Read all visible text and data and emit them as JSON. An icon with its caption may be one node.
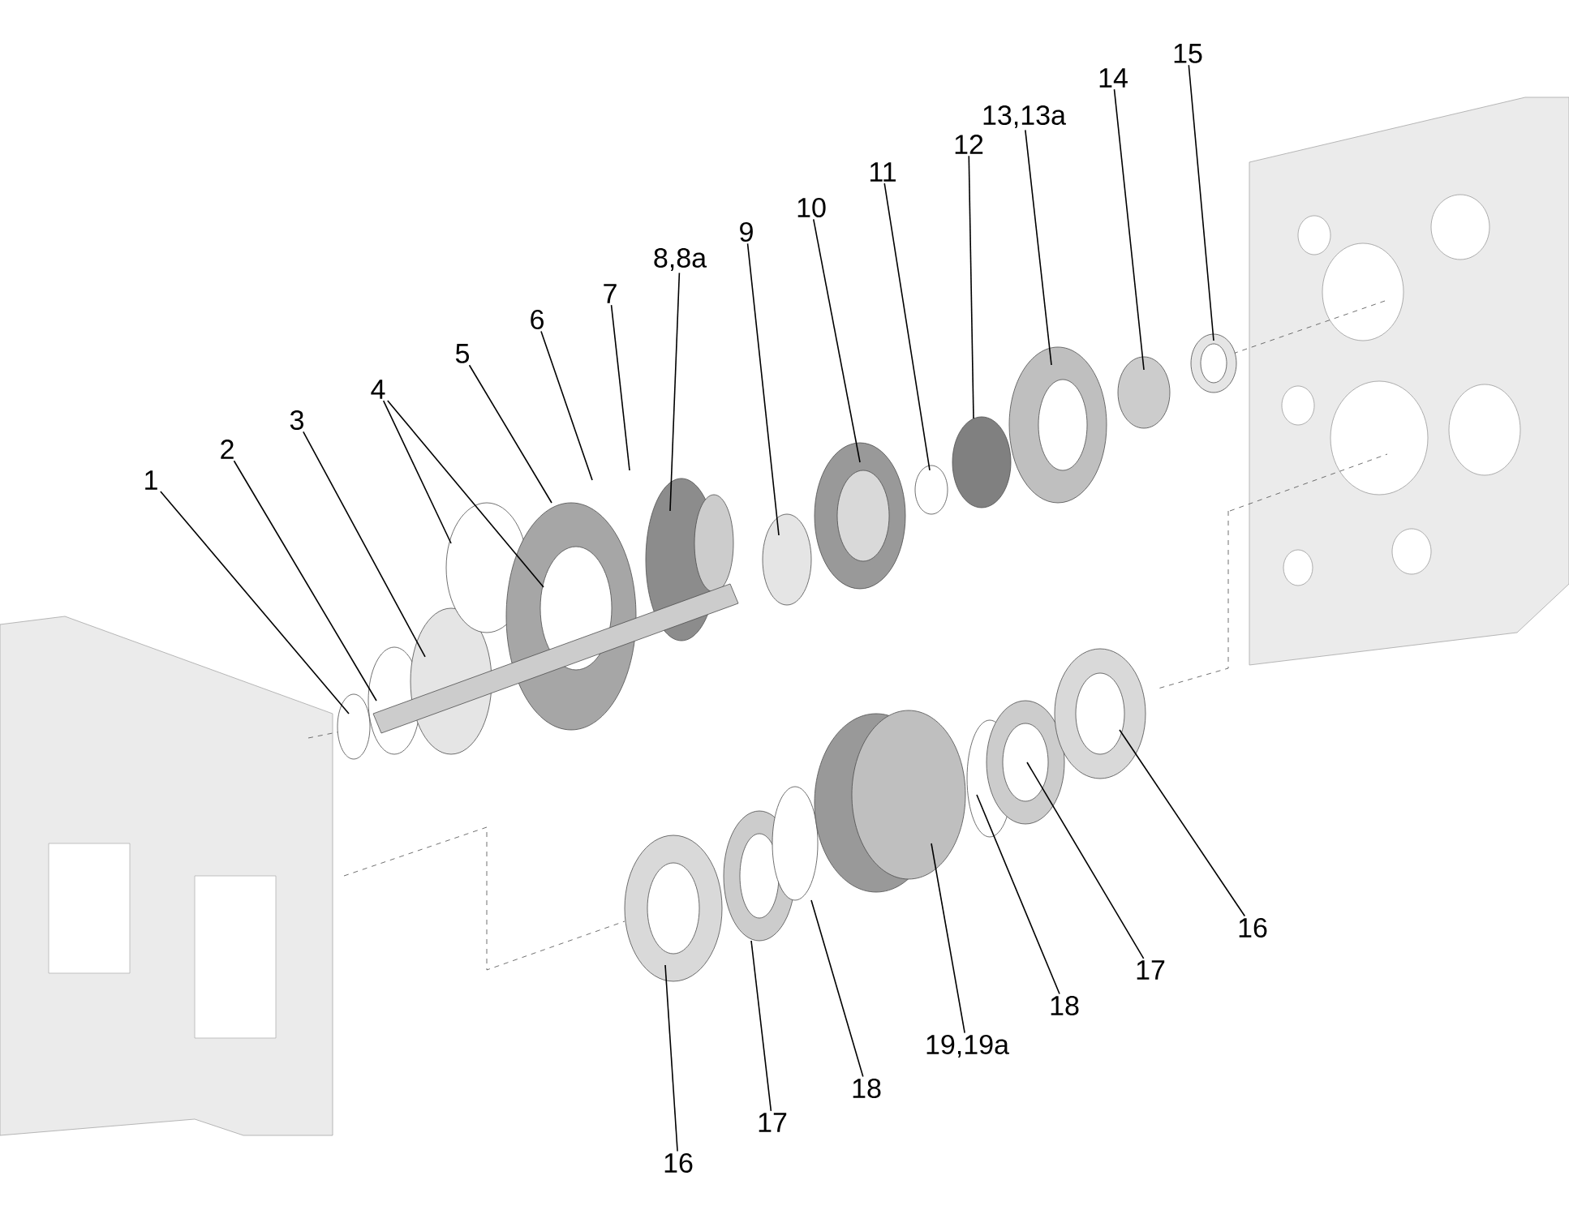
{
  "diagram": {
    "nodes": [
      {
        "text": [
          "1"
        ]
      },
      {
        "text": [
          "2"
        ]
      },
      {
        "text": [
          "3"
        ]
      },
      {
        "text": [
          "4"
        ]
      },
      {
        "text": [
          "5"
        ]
      },
      {
        "text": [
          "6"
        ]
      },
      {
        "text": [
          "7"
        ]
      },
      {
        "text": [
          "8,8а"
        ]
      },
      {
        "text": [
          "9"
        ]
      },
      {
        "text": [
          "10"
        ]
      },
      {
        "text": [
          "11"
        ]
      },
      {
        "text": [
          "12"
        ]
      },
      {
        "text": [
          "13,13а"
        ]
      },
      {
        "text": [
          "14"
        ]
      },
      {
        "text": [
          "15"
        ]
      },
      {
        "text": [
          "16"
        ]
      },
      {
        "text": [
          "17"
        ]
      },
      {
        "text": [
          "18"
        ]
      },
      {
        "text": [
          "19,19а"
        ]
      },
      {
        "text": [
          "18"
        ]
      },
      {
        "text": [
          "17"
        ]
      },
      {
        "text": [
          "16"
        ]
      }
    ],
    "edges": [
      {
        "from": 0,
        "to": null,
        "arrow": "none"
      },
      {
        "from": 1,
        "to": null,
        "arrow": "none"
      },
      {
        "from": 2,
        "to": null,
        "arrow": "none"
      },
      {
        "from": 3,
        "to": null,
        "arrow": "none"
      },
      {
        "from": 3,
        "to": null,
        "arrow": "none"
      },
      {
        "from": 4,
        "to": null,
        "arrow": "none"
      },
      {
        "from": 5,
        "to": null,
        "arrow": "none"
      },
      {
        "from": 6,
        "to": null,
        "arrow": "none"
      },
      {
        "from": 7,
        "to": null,
        "arrow": "none"
      },
      {
        "from": 8,
        "to": null,
        "arrow": "none"
      },
      {
        "from": 9,
        "to": null,
        "arrow": "none"
      },
      {
        "from": 10,
        "to": null,
        "arrow": "none"
      },
      {
        "from": 11,
        "to": null,
        "arrow": "none"
      },
      {
        "from": 12,
        "to": null,
        "arrow": "none"
      },
      {
        "from": 13,
        "to": null,
        "arrow": "none"
      },
      {
        "from": 14,
        "to": null,
        "arrow": "none"
      },
      {
        "from": 15,
        "to": null,
        "arrow": "none"
      },
      {
        "from": 16,
        "to": null,
        "arrow": "none"
      },
      {
        "from": 17,
        "to": null,
        "arrow": "none"
      },
      {
        "from": 18,
        "to": null,
        "arrow": "none"
      },
      {
        "from": 19,
        "to": null,
        "arrow": "none"
      },
      {
        "from": 20,
        "to": null,
        "arrow": "none"
      },
      {
        "from": 21,
        "to": null,
        "arrow": "none"
      }
    ]
  }
}
